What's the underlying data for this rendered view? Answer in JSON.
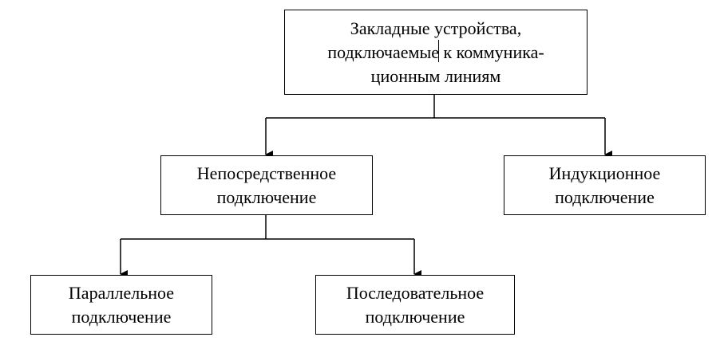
{
  "diagram": {
    "root": {
      "lines": [
        "Закладные устройства,",
        "подключаемые к коммуника-",
        "ционным линиям"
      ]
    },
    "direct": {
      "lines": [
        "Непосредственное",
        "подключение"
      ]
    },
    "inductive": {
      "lines": [
        "Индукционное",
        "подключение"
      ]
    },
    "parallel": {
      "lines": [
        "Параллельное",
        "подключение"
      ]
    },
    "serial": {
      "lines": [
        "Последовательное",
        "подключение"
      ]
    }
  },
  "colors": {
    "stroke": "#000000",
    "background": "#ffffff"
  }
}
